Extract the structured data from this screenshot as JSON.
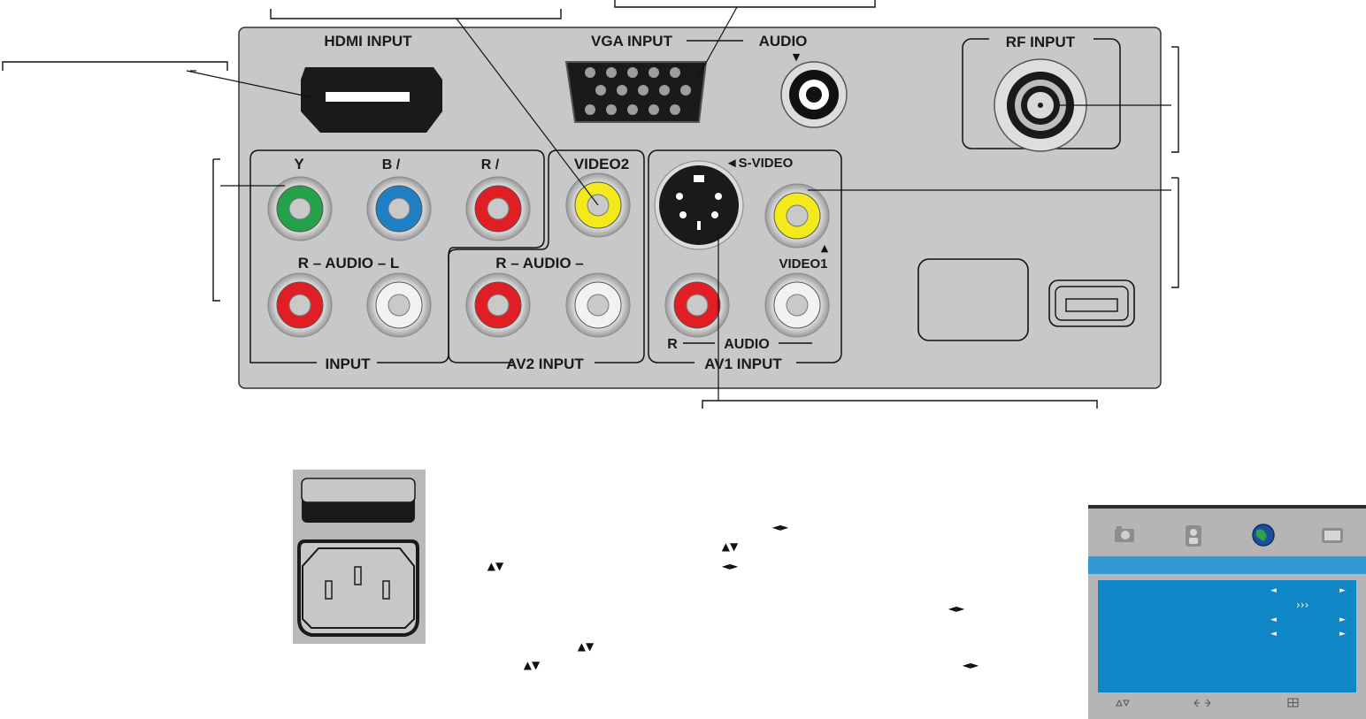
{
  "panel": {
    "hdmi_label": "HDMI INPUT",
    "vga_label": "VGA INPUT",
    "audio_label": "AUDIO",
    "rf_label": "RF INPUT",
    "ypbpr": {
      "y": "Y",
      "b": "B /",
      "r": "R /"
    },
    "video2_label": "VIDEO2",
    "svideo_label": "◄S-VIDEO",
    "video1_label": "VIDEO1",
    "audio_lr_label": "R – AUDIO – L",
    "av2_audio_label": "R – AUDIO –",
    "av1_audio_r": "R",
    "av1_audio_label": "AUDIO",
    "component_group_label": "INPUT",
    "av2_group_label": "AV2 INPUT",
    "av1_group_label": "AV1 INPUT"
  },
  "instructions": {
    "lr_arrows": "◄►",
    "ud_arrows": "▲▼"
  },
  "osd": {
    "tab_icons": [
      "camera-icon",
      "person-icon",
      "globe-icon",
      "monitor-icon"
    ],
    "row_markers": [
      "◄",
      "►",
      "›››",
      "◄",
      "►",
      "◄",
      "►"
    ],
    "footer_icons": [
      "up-down-icon",
      "left-right-icon",
      "menu-icon"
    ],
    "colors": {
      "accent": "#2a8fce",
      "panel": "#0f86c6",
      "frame": "#b9b9b9"
    }
  },
  "colors": {
    "panel_fill": "#c7c8ca",
    "green_jack": "#23a24a",
    "blue_jack": "#1f7fc4",
    "red_jack": "#e01e24",
    "yellow_jack": "#f4ea1b",
    "white_jack": "#f2f2f2"
  }
}
